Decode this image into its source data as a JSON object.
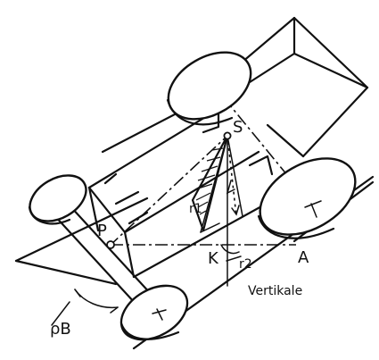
{
  "labels": {
    "s": "S",
    "p": "P",
    "k": "K",
    "a": "A",
    "r1": "r1",
    "r2": "r2",
    "vertikale": "Vertikale",
    "rho_b": "ρB"
  },
  "colors": {
    "ink": "#111111",
    "background": "#ffffff"
  }
}
